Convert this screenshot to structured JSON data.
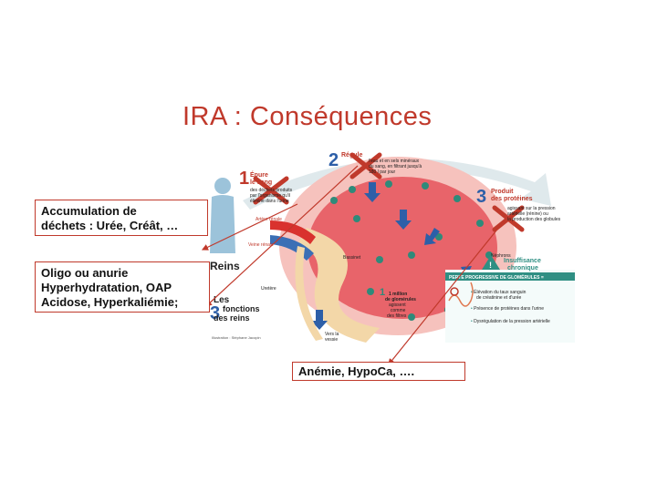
{
  "slide": {
    "title": "IRA : Conséquences"
  },
  "figure": {
    "fn1_num": "1",
    "fn1_title_1": "Épure",
    "fn1_title_2": "le sang",
    "fn1_text_1": "des déchets produits",
    "fn1_text_2": "par l'organisme qu'il",
    "fn1_text_3": "élimine dans l'urine",
    "fn2_num": "2",
    "fn2_title": "Régule",
    "fn2_text_1": "l'eau et en sels minéraux",
    "fn2_text_2": "du sang, en filtrant jusqu'à",
    "fn2_text_3": "180 l par jour",
    "fn3_num": "3",
    "fn3_title_1": "Produit",
    "fn3_title_2": "des protéines",
    "fn3_text_1": "agissant sur la pression",
    "fn3_text_2": "artérielle (rénine) ou",
    "fn3_text_3": "la production des globules",
    "label_artere": "Artère rénale",
    "label_veine": "Veine rénale",
    "label_reins": "Reins",
    "label_bassinet": "Bassinet",
    "label_nephrons": "Néphrons",
    "label_uretere": "Uretère",
    "label_vessie_1": "Vers la",
    "label_vessie_2": "vessie",
    "glom_1": "1 million",
    "glom_2": "de glomérules",
    "glom_3": "agissent",
    "glom_4": "comme",
    "glom_5": "des filtres",
    "les_1": "Les",
    "les_num": "3",
    "les_2": "fonctions",
    "les_3": "des reins",
    "ic_title_1": "Insuffisance",
    "ic_title_2": "chronique",
    "ic_banner": "PERTE PROGRESSIVE DE GLOMÉRULES =",
    "ic_b1_1": "Élévation du taux sanguin",
    "ic_b1_2": "de créatinine et d'urée",
    "ic_b2": "Présence de protéines dans l'urine",
    "ic_b3": "Dysrégulation de la pression artérielle",
    "credit": "Illustration : Stéphane Jacopin"
  },
  "callouts": {
    "c1_line1": "Accumulation de",
    "c1_line2": "déchets : Urée, Créât, …",
    "c2_line1": "Oligo ou anurie",
    "c2_line2": "Hyperhydratation, OAP",
    "c2_line3": "Acidose, Hyperkaliémie;",
    "c3_line1": "Anémie, HypoCa, …."
  },
  "colors": {
    "accent_red": "#c0392b",
    "kidney_red": "#e8646a",
    "kidney_light": "#f6c2bd",
    "teal": "#2f8a7a",
    "blue": "#2d5fa8",
    "banner_teal": "#2f8f83",
    "text_dark": "#222222"
  }
}
